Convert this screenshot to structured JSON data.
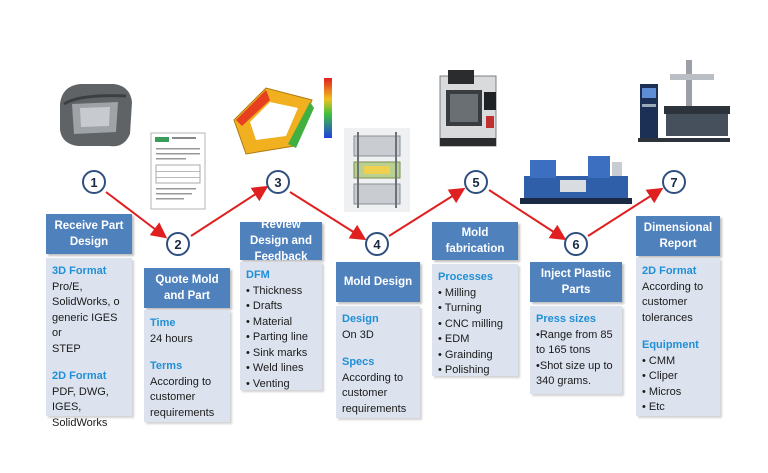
{
  "steps": [
    {
      "number": "1",
      "title": "Receive Part Design",
      "sections": [
        {
          "title": "3D Format",
          "lines": [
            "Pro/E,",
            "SolidWorks, o",
            "generic IGES or",
            "STEP"
          ]
        },
        {
          "title": "2D Format",
          "lines": [
            "PDF, DWG,",
            "IGES,",
            "SolidWorks"
          ]
        }
      ]
    },
    {
      "number": "2",
      "title": "Quote Mold and Part",
      "sections": [
        {
          "title": "Time",
          "lines": [
            "24 hours"
          ]
        },
        {
          "title": "Terms",
          "lines": [
            "According to",
            "customer",
            "requirements"
          ]
        }
      ]
    },
    {
      "number": "3",
      "title": "Review Design and Feedback",
      "sections": [
        {
          "title": "DFM",
          "lines": [
            "• Thickness",
            "• Drafts",
            "• Material",
            "• Parting line",
            "• Sink marks",
            "• Weld lines",
            "• Venting"
          ]
        }
      ]
    },
    {
      "number": "4",
      "title": "Mold Design",
      "sections": [
        {
          "title": "Design",
          "lines": [
            "On 3D"
          ]
        },
        {
          "title": "Specs",
          "lines": [
            "According to",
            "customer",
            "requirements"
          ]
        }
      ]
    },
    {
      "number": "5",
      "title": "Mold fabrication",
      "sections": [
        {
          "title": "Processes",
          "lines": [
            "• Milling",
            "• Turning",
            "• CNC milling",
            "• EDM",
            "• Grainding",
            "• Polishing"
          ]
        }
      ]
    },
    {
      "number": "6",
      "title": "Inject Plastic Parts",
      "sections": [
        {
          "title": "Press sizes",
          "lines": [
            "•Range from 85",
            "to 165 tons",
            "•Shot size up to",
            "340 grams."
          ]
        }
      ]
    },
    {
      "number": "7",
      "title": "Dimensional Report",
      "sections": [
        {
          "title": "2D Format",
          "lines": [
            "According to",
            "customer",
            "tolerances"
          ]
        },
        {
          "title": "Equipment",
          "lines": [
            "• CMM",
            "• Cliper",
            "• Micros",
            "• Etc"
          ]
        }
      ]
    }
  ],
  "colors": {
    "header": "#4f81bd",
    "body": "#dce3ef",
    "section_title": "#1f8fd6",
    "arrow": "#e02020"
  }
}
